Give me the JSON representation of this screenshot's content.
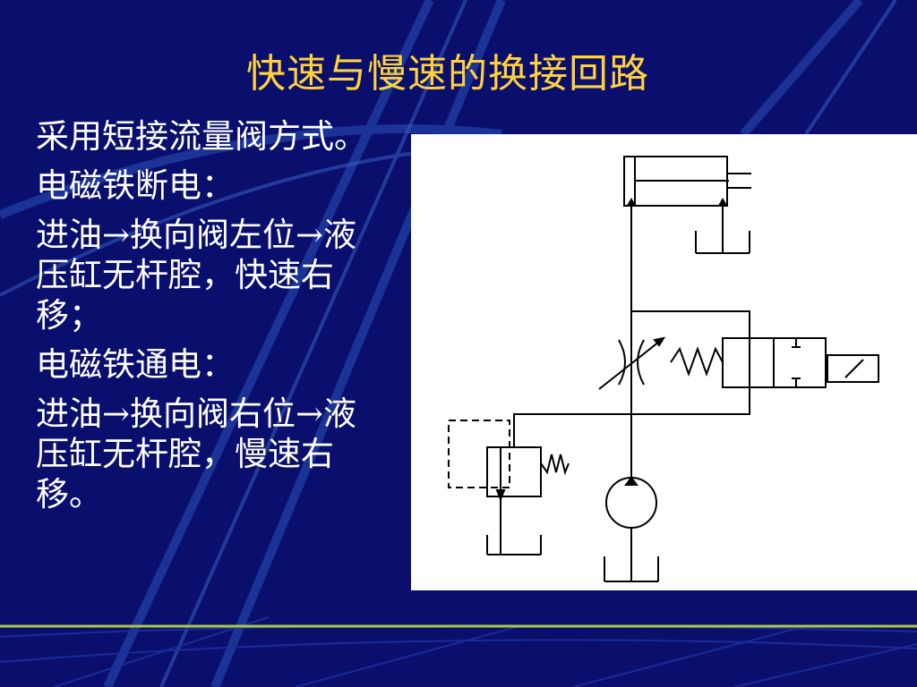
{
  "slide": {
    "title": "快速与慢速的换接回路",
    "paragraphs": [
      "采用短接流量阀方式。",
      "电磁铁断电：",
      "进油→换向阀左位→液压缸无杆腔，快速右移；",
      "电磁铁通电：",
      "进油→换向阀右位→液压缸无杆腔，慢速右移。"
    ]
  },
  "colors": {
    "background": "#0a0f6e",
    "title": "#ffd23a",
    "text": "#ffffff",
    "accent_line": "#a8c84a"
  }
}
